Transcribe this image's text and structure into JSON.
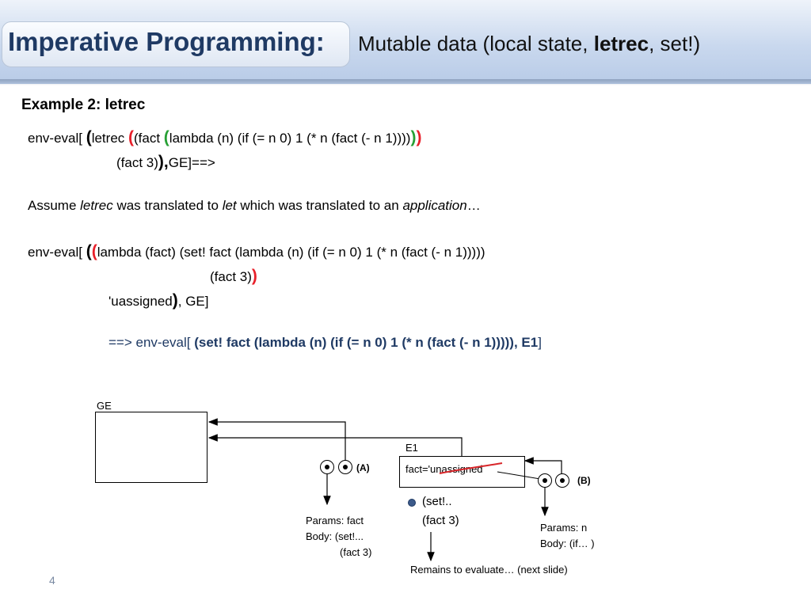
{
  "header": {
    "title": "Imperative Programming:",
    "sub_a": "Mutable data (local state, ",
    "sub_b": "letrec",
    "sub_c": ", set!)"
  },
  "example_title": "Example 2: letrec",
  "line1": {
    "a": "env-eval[ ",
    "p1": "(",
    "b": "letrec ",
    "p2": "(",
    "c": "(fact ",
    "p3": "(",
    "d": "lambda (n) (if (= n 0) 1 (* n (fact (- n 1))))",
    "p4": ")",
    "p5": ")"
  },
  "line2": {
    "a": "(fact 3)",
    "p": "),",
    "b": "GE]==>"
  },
  "assume": {
    "a": "Assume ",
    "b": "letrec",
    "c": " was translated to ",
    "d": "let",
    "e": " which was translated to an ",
    "f": "application",
    "g": "…"
  },
  "line3": {
    "a": "env-eval[ ",
    "p1": "(",
    "p2": "(",
    "b": "lambda (fact) (set! fact (lambda (n) (if (= n 0) 1 (* n (fact (- n 1)))))"
  },
  "line4": {
    "a": "(fact 3)",
    "p": ")"
  },
  "line5": {
    "a": "'uassigned",
    "p": ")",
    "b": ", GE]"
  },
  "line6": {
    "a": "==> env-eval[ ",
    "b": "(set! fact (lambda (n) (if (= n 0) 1 (* n (fact (- n 1))))), E1",
    "c": "]"
  },
  "diagram": {
    "ge_label": "GE",
    "e1_label": "E1",
    "e1_binding_a": "fact='",
    "e1_binding_b": "unassigned",
    "label_a": "(A)",
    "label_b": "(B)",
    "params_a": "Params: fact",
    "body_a": "Body: (set!...",
    "body_a2": "(fact 3)",
    "set_a": "(set!..",
    "set_b": "(fact 3)",
    "params_b": "Params: n",
    "body_b": "Body: (if… )",
    "remains": "Remains to evaluate… (next  slide)"
  },
  "page_number": "4"
}
